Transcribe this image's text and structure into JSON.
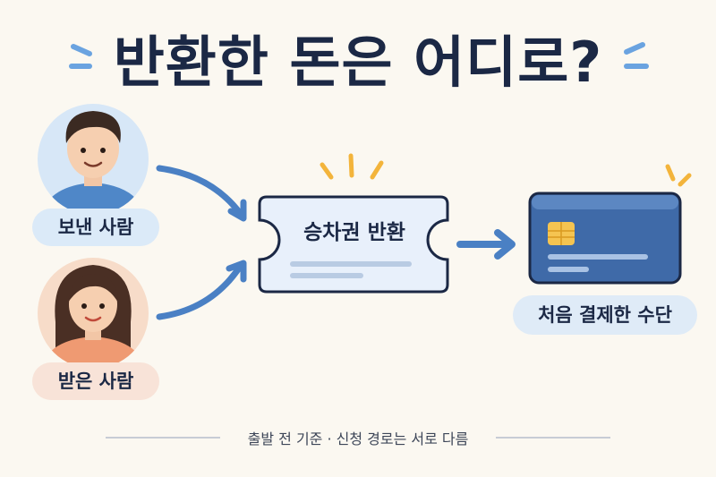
{
  "title": "반환한 돈은 어디로?",
  "sender": {
    "label": "보낸 사람"
  },
  "receiver": {
    "label": "받은 사람"
  },
  "ticket": {
    "label": "승차권 반환"
  },
  "card": {
    "label": "처음 결제한 수단"
  },
  "footnote": "출발 전 기준 · 신청 경로는 서로 다름",
  "colors": {
    "navy": "#1b2845",
    "arrow_blue": "#4a80c4",
    "accent_blue": "#6aa3e0",
    "accent_yellow": "#f3b43b",
    "card_blue": "#3f6aa8",
    "ticket_bg": "#e8f0fb"
  },
  "icons": [
    "sparkle-icon",
    "arrow-icon",
    "chip-icon",
    "avatar"
  ]
}
